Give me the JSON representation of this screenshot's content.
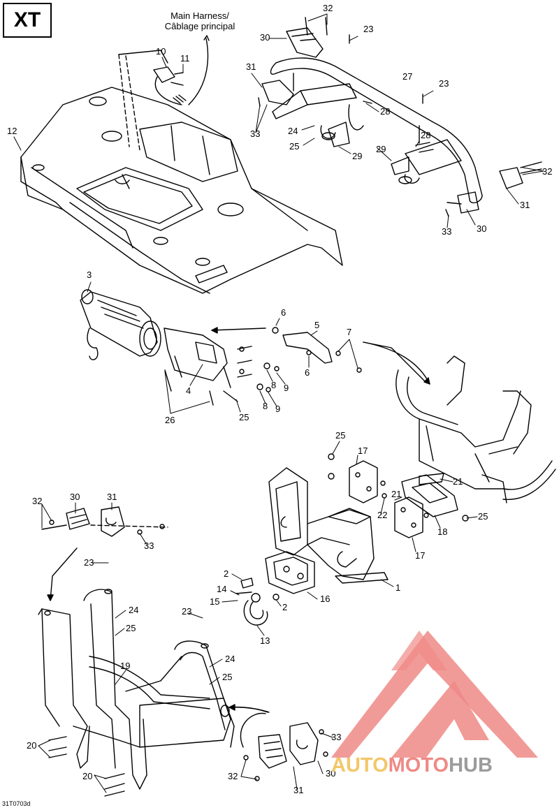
{
  "header": {
    "model_code": "XT",
    "harness_label_line1": "Main Harness/",
    "harness_label_line2": "Câblage principal"
  },
  "footer": {
    "drawing_code": "31T0703d"
  },
  "watermark": {
    "brand_part1": "AUTO",
    "brand_part2": "MOTO",
    "brand_part3": "HUB",
    "colors": {
      "auto": "#f3c76a",
      "moto": "#ef8a86",
      "hub": "#9c9c9c",
      "logo": "#ef8a86"
    }
  },
  "parts": {
    "p1": "1",
    "p2a": "2",
    "p2b": "2",
    "p3": "3",
    "p4": "4",
    "p5": "5",
    "p6a": "6",
    "p6b": "6",
    "p7": "7",
    "p8a": "8",
    "p8b": "8",
    "p9a": "9",
    "p9b": "9",
    "p10": "10",
    "p11": "11",
    "p12": "12",
    "p13": "13",
    "p14": "14",
    "p15": "15",
    "p16": "16",
    "p17a": "17",
    "p17b": "17",
    "p18": "18",
    "p19": "19",
    "p20a": "20",
    "p20b": "20",
    "p21a": "21",
    "p21b": "21",
    "p22": "22",
    "p23a": "23",
    "p23b": "23",
    "p23c": "23",
    "p23d": "23",
    "p24a": "24",
    "p24b": "24",
    "p24c": "24",
    "p25a": "25",
    "p25b": "25",
    "p25c": "25",
    "p25d": "25",
    "p25e": "25",
    "p25f": "25",
    "p26": "26",
    "p27": "27",
    "p28a": "28",
    "p28b": "28",
    "p29a": "29",
    "p29b": "29",
    "p30a": "30",
    "p30b": "30",
    "p30c": "30",
    "p30d": "30",
    "p31a": "31",
    "p31b": "31",
    "p31c": "31",
    "p31d": "31",
    "p32a": "32",
    "p32b": "32",
    "p32c": "32",
    "p32d": "32",
    "p33a": "33",
    "p33b": "33",
    "p33c": "33",
    "p33d": "33"
  }
}
